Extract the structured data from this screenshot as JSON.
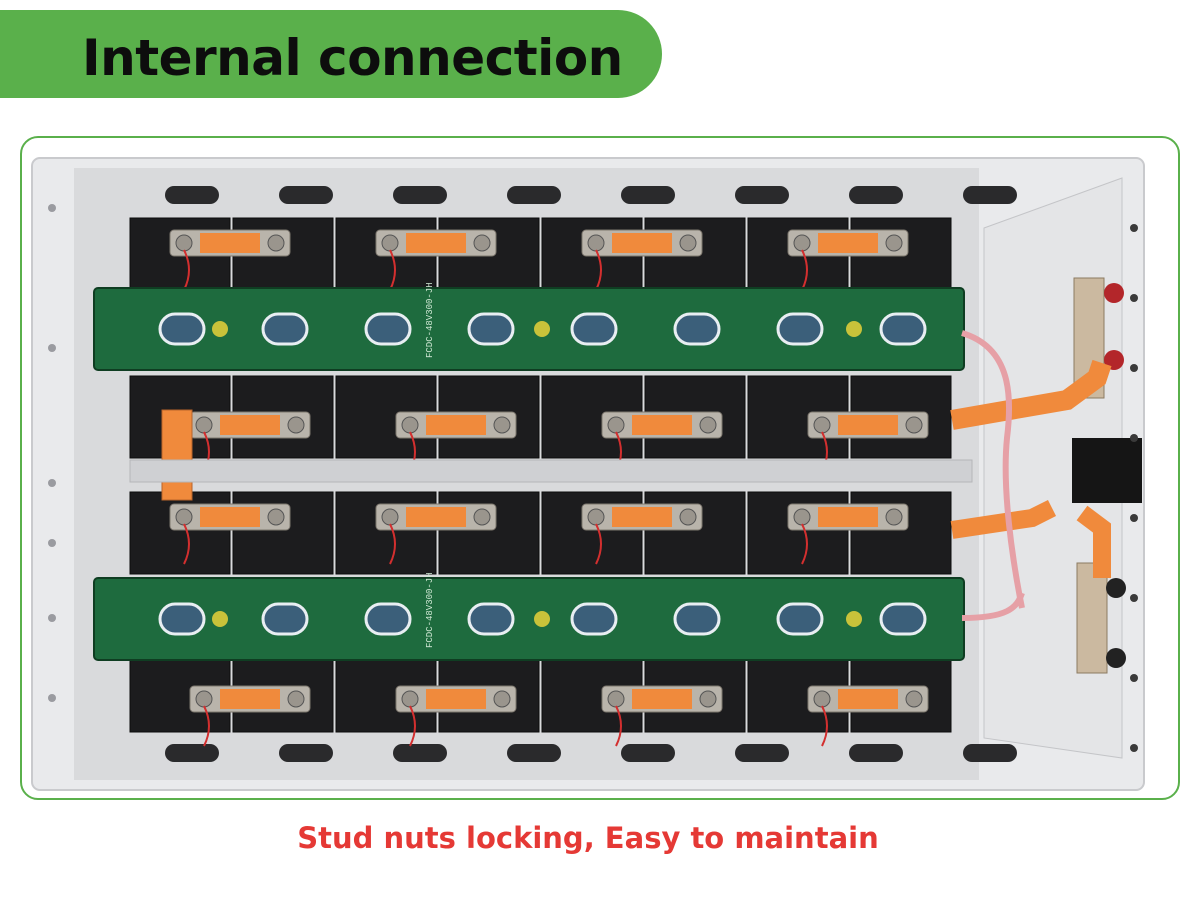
{
  "header": {
    "title": "Internal connection"
  },
  "footer": {
    "caption": "Stud nuts locking, Easy to maintain"
  },
  "colors": {
    "banner_green": "#5ab04b",
    "frame_green": "#5ab04b",
    "caption_red": "#e53935",
    "pcb_green": "#1e6b3e",
    "busbar_orange": "#f08a3c",
    "cell_black": "#1c1c1e"
  },
  "photo": {
    "pcb_top_label": "FCDC-48V300-JH",
    "pcb_bottom_label": "FCDC-48V300-JH"
  }
}
